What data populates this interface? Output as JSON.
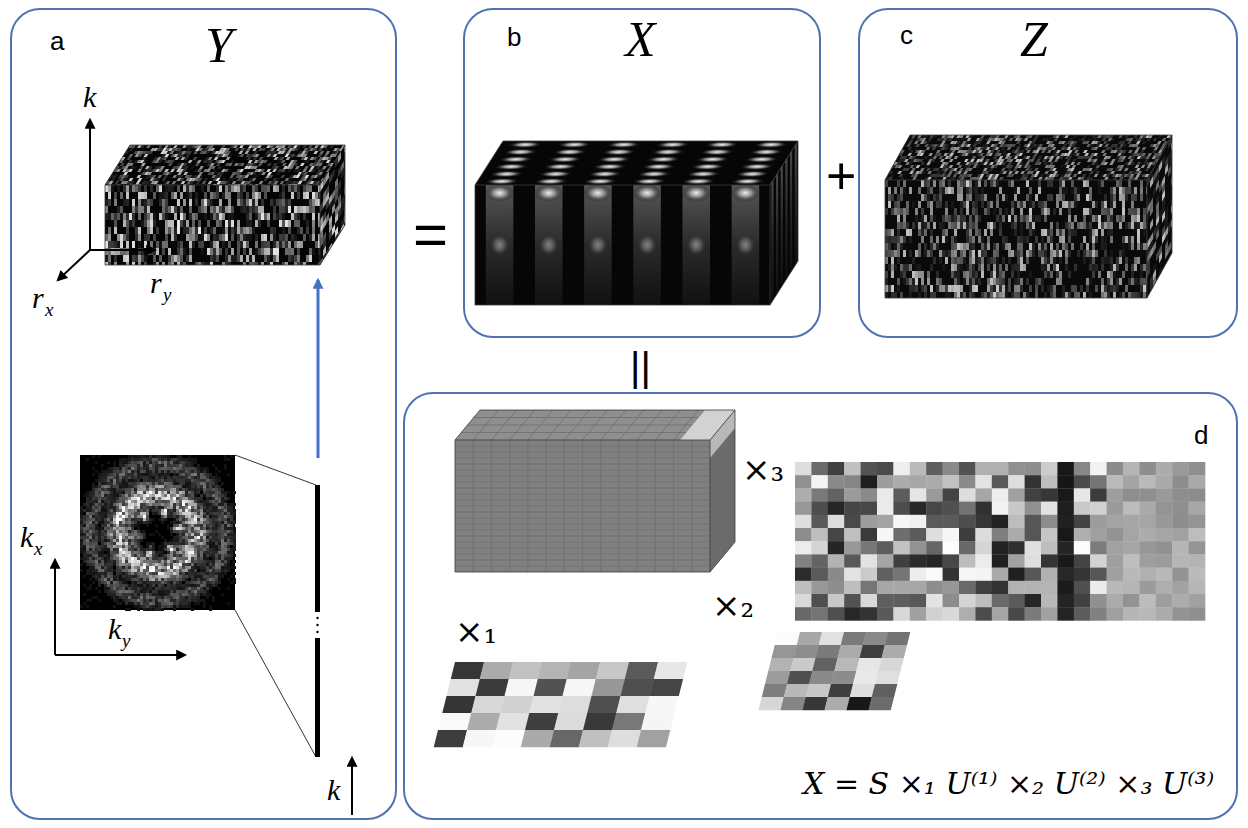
{
  "diagram": {
    "nodes": [
      {
        "text": [
          "a",
          "Y"
        ]
      },
      {
        "text": [
          "b",
          "X"
        ]
      },
      {
        "text": [
          "c",
          "Z"
        ]
      },
      {
        "text": [
          "d",
          "X = S ×₁ U⁽¹⁾ ×₂ U⁽²⁾ ×₃ U⁽³⁾"
        ]
      }
    ],
    "labels": [
      "=",
      "+",
      "||",
      "k",
      "r",
      "x",
      "r",
      "y",
      "k",
      "x",
      "k",
      "y",
      "k",
      "×₃",
      "×₁",
      "×₂"
    ]
  }
}
